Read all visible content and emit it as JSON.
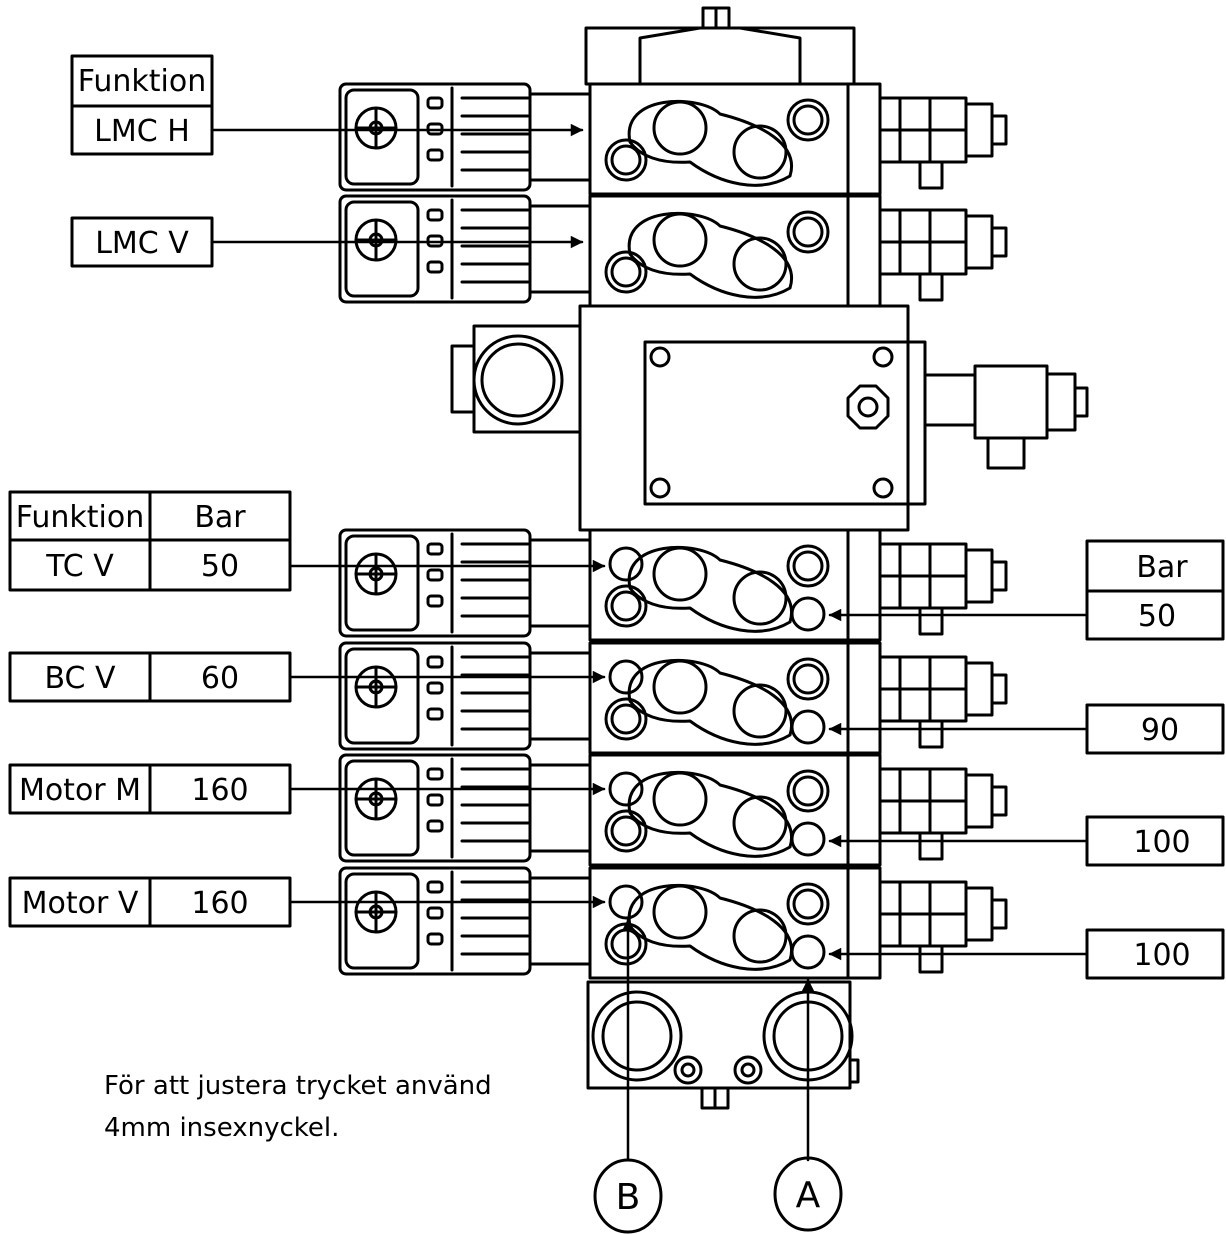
{
  "top_table": {
    "header": "Funktion",
    "rows": [
      "LMC H",
      "LMC V"
    ]
  },
  "left_table": {
    "headers": [
      "Funktion",
      "Bar"
    ],
    "rows": [
      {
        "funktion": "TC V",
        "bar": "50"
      },
      {
        "funktion": "BC V",
        "bar": "60"
      },
      {
        "funktion": "Motor M",
        "bar": "160"
      },
      {
        "funktion": "Motor V",
        "bar": "160"
      }
    ]
  },
  "right_table": {
    "header": "Bar",
    "values": [
      "50",
      "90",
      "100",
      "100"
    ]
  },
  "note": {
    "line1": "För att justera trycket använd",
    "line2": "4mm insexnyckel."
  },
  "ports": {
    "b": "B",
    "a": "A"
  }
}
